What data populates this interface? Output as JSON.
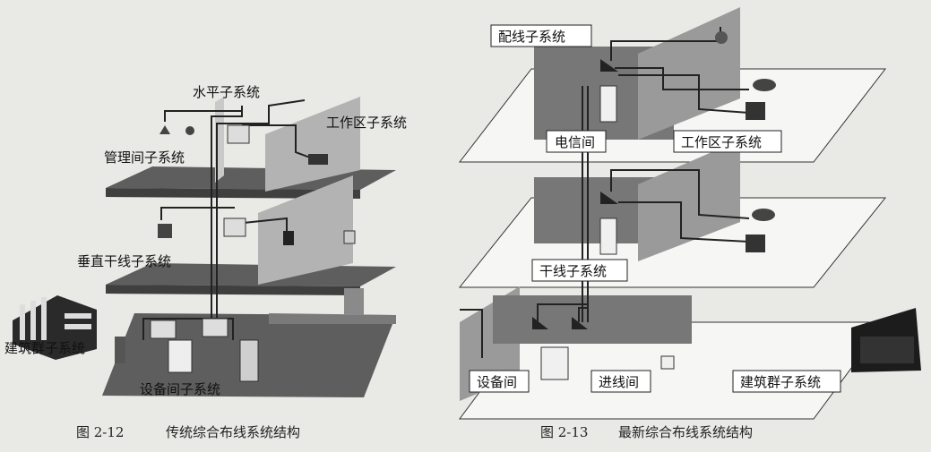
{
  "figure_left": {
    "labels": {
      "horizontal": "水平子系统",
      "work_area": "工作区子系统",
      "management": "管理间子系统",
      "vertical": "垂直干线子系统",
      "building_group": "建筑群子系统",
      "equipment_room": "设备间子系统"
    },
    "caption": {
      "number": "图 2-12",
      "title": "传统综合布线系统结构"
    }
  },
  "figure_right": {
    "labels": {
      "distribution": "配线子系统",
      "telecom_room": "电信间",
      "work_area": "工作区子系统",
      "backbone": "干线子系统",
      "equipment_room": "设备间",
      "entrance_room": "进线间",
      "building_group": "建筑群子系统"
    },
    "caption": {
      "number": "图 2-13",
      "title": "最新综合布线系统结构"
    }
  },
  "colors": {
    "floor_slab": "#5e5e5e",
    "wall": "#9a9a9a",
    "dark_panel": "#777777",
    "cable": "#222222",
    "background": "#e9e9e6"
  }
}
